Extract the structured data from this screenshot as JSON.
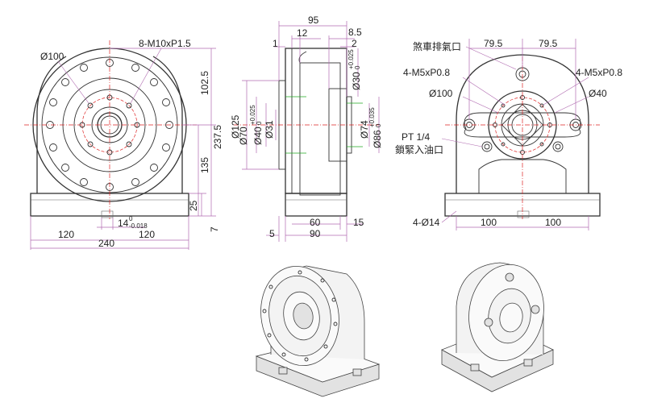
{
  "front_view": {
    "label_dia100": "Ø100",
    "label_thread": "8-M10xP1.5",
    "dim_102_5": "102.5",
    "dim_237_5": "237.5",
    "dim_135": "135",
    "dim_25": "25",
    "dim_7": "7",
    "dim_14": "14",
    "dim_14_tol_top": "0",
    "dim_14_tol_bot": "-0.018",
    "dim_120_left": "120",
    "dim_120_right": "120",
    "dim_240": "240"
  },
  "side_view": {
    "dim_95": "95",
    "dim_12": "12",
    "dim_8_5": "8.5",
    "dim_1": "1",
    "dim_2": "2",
    "dia30": "Ø30",
    "dia30_tol_top": "+0.025",
    "dia30_tol_bot": "0",
    "dia125": "Ø125",
    "dia70": "Ø70",
    "dia40": "Ø40",
    "dia40_tol_top": "+0.025",
    "dia40_tol_bot": "0",
    "dia31": "Ø31",
    "dia74": "Ø74",
    "dia86": "Ø86",
    "dia86_tol_top": "+0.035",
    "dia86_tol_bot": "0",
    "dim_60": "60",
    "dim_15": "15",
    "dim_5": "5",
    "dim_90": "90"
  },
  "rear_view": {
    "label_brake": "煞車排氣口",
    "dim_79_5_left": "79.5",
    "dim_79_5_right": "79.5",
    "label_m5_left": "4-M5xP0.8",
    "label_m5_right": "4-M5xP0.8",
    "label_dia100": "Ø100",
    "label_dia40": "Ø40",
    "label_pt_line1": "PT 1/4",
    "label_pt_line2": "鎖緊入油口",
    "label_holes": "4-Ø14",
    "dim_100_left": "100",
    "dim_100_right": "100"
  },
  "colors": {
    "outline": "#333333",
    "dimension": "#b06ab0",
    "centerline": "#dd2222",
    "highlight": "#22aa22"
  }
}
